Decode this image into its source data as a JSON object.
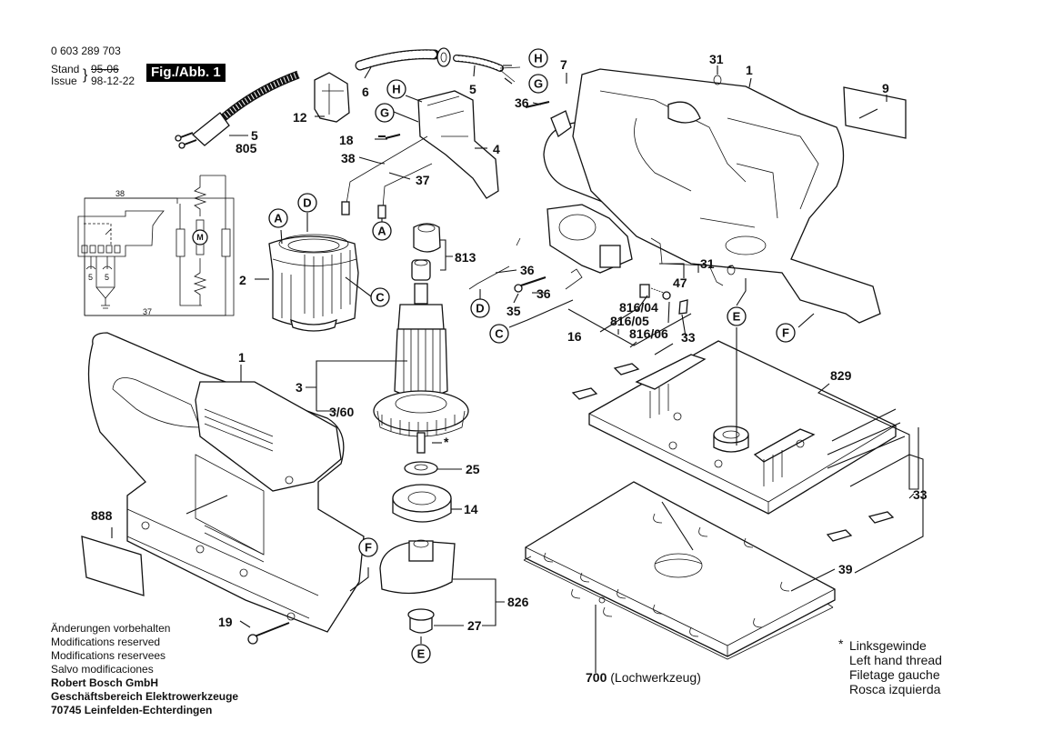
{
  "header": {
    "part_number": "0 603 289 703",
    "stand_label": "Stand",
    "stand_value": "95-06",
    "issue_label": "Issue",
    "issue_value": "98-12-22",
    "figure_label": "Fig./Abb. 1"
  },
  "footer": {
    "lines": [
      "Änderungen vorbehalten",
      "Modifications reserved",
      "Modifications reservees",
      "Salvo modificaciones"
    ],
    "company": "Robert Bosch GmbH",
    "division": "Geschäftsbereich Elektrowerkzeuge",
    "address": "70745 Leinfelden-Echterdingen"
  },
  "note": {
    "star": "*",
    "lines": [
      "Linksgewinde",
      "Left hand thread",
      "Filetage gauche",
      "Rosca izquierda"
    ]
  },
  "tool_note": {
    "number": "700",
    "text": "(Lochwerkzeug)"
  },
  "wiring": {
    "top_wire": "38",
    "bottom_wire": "37",
    "motor": "M",
    "cap_left": "5",
    "cap_right": "5"
  },
  "callouts": {
    "A1": "A",
    "A2": "A",
    "D1": "D",
    "D2": "D",
    "C1": "C",
    "C2": "C",
    "G1": "G",
    "G2": "G",
    "H1": "H",
    "H2": "H",
    "E1": "E",
    "E2": "E",
    "F1": "F",
    "F2": "F"
  },
  "parts": {
    "p1_top": "1",
    "p1_left": "1",
    "p2": "2",
    "p3": "3",
    "p3_60": "3/60",
    "p4": "4",
    "p5_cable": "5",
    "p5_plug": "5",
    "p805": "805",
    "p6": "6",
    "p7": "7",
    "p9": "9",
    "p12": "12",
    "p14": "14",
    "p16": "16",
    "p18": "18",
    "p19": "19",
    "p25": "25",
    "p27": "27",
    "p31_top": "31",
    "p31_mid": "31",
    "p33_top": "33",
    "p33_right": "33",
    "p35": "35",
    "p36_screw": "36",
    "p36_a": "36",
    "p36_b": "36",
    "p37": "37",
    "p38": "38",
    "p39": "39",
    "p47": "47",
    "p813": "813",
    "p816_04": "816/04",
    "p816_05": "816/05",
    "p816_06": "816/06",
    "p826": "826",
    "p829": "829",
    "p888": "888",
    "star": "*"
  }
}
